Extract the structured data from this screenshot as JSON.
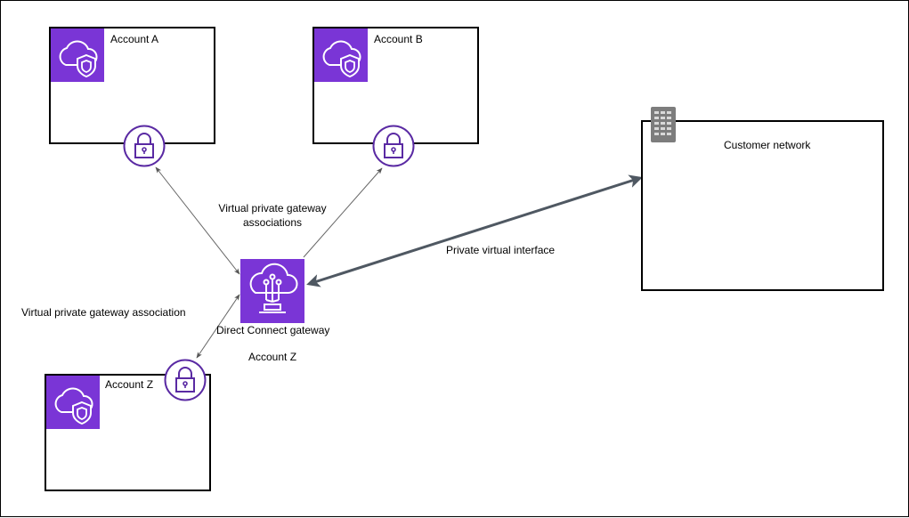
{
  "accounts": {
    "a": {
      "label": "Account A",
      "icon": "vpc-shield-icon"
    },
    "b": {
      "label": "Account B",
      "icon": "vpc-shield-icon"
    },
    "z": {
      "label": "Account Z",
      "icon": "vpc-shield-icon"
    }
  },
  "customer": {
    "label": "Customer network",
    "icon": "server-icon"
  },
  "gateway": {
    "label": "Direct Connect gateway",
    "account_label": "Account Z",
    "icon": "direct-connect-gateway-icon"
  },
  "links": {
    "vgw_associations": "Virtual private gateway\nassociations",
    "vgw_association": "Virtual private gateway association",
    "private_vif": "Private virtual interface"
  },
  "icons": {
    "lock": "lock-icon"
  },
  "colors": {
    "aws_purple": "#7a35d6",
    "lock_purple": "#5a2aa3",
    "thin_line": "#666666",
    "thick_line": "#4f5862",
    "server_gray": "#7d7d7d"
  }
}
